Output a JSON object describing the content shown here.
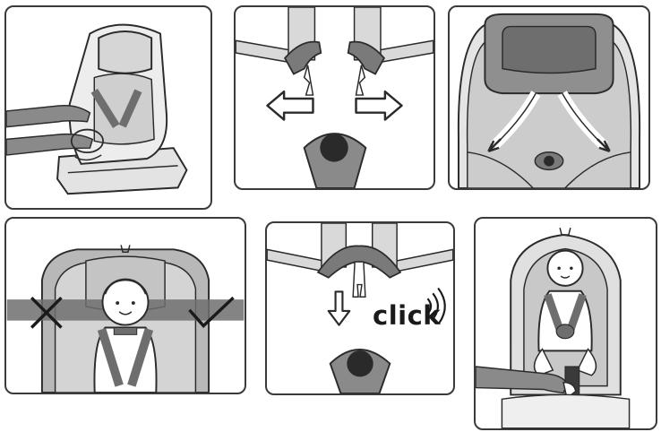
{
  "steps": [
    {
      "name": "recline-adjust"
    },
    {
      "name": "buckle-release"
    },
    {
      "name": "harness-loosen"
    },
    {
      "name": "shoulder-height-check"
    },
    {
      "name": "buckle-fasten",
      "sound_label": "click"
    },
    {
      "name": "harness-tighten"
    }
  ],
  "colors": {
    "outline": "#2b2b2b",
    "light_gray": "#d9d9d9",
    "mid_gray": "#b3b3b3",
    "dark_gray": "#7a7a7a",
    "strap_dark": "#6e6e6e",
    "black": "#2a2a2a"
  },
  "icons": [
    "arrow-left-icon",
    "arrow-right-icon",
    "arrow-down-icon",
    "sound-waves-icon",
    "cross-mark-icon",
    "check-mark-icon"
  ]
}
